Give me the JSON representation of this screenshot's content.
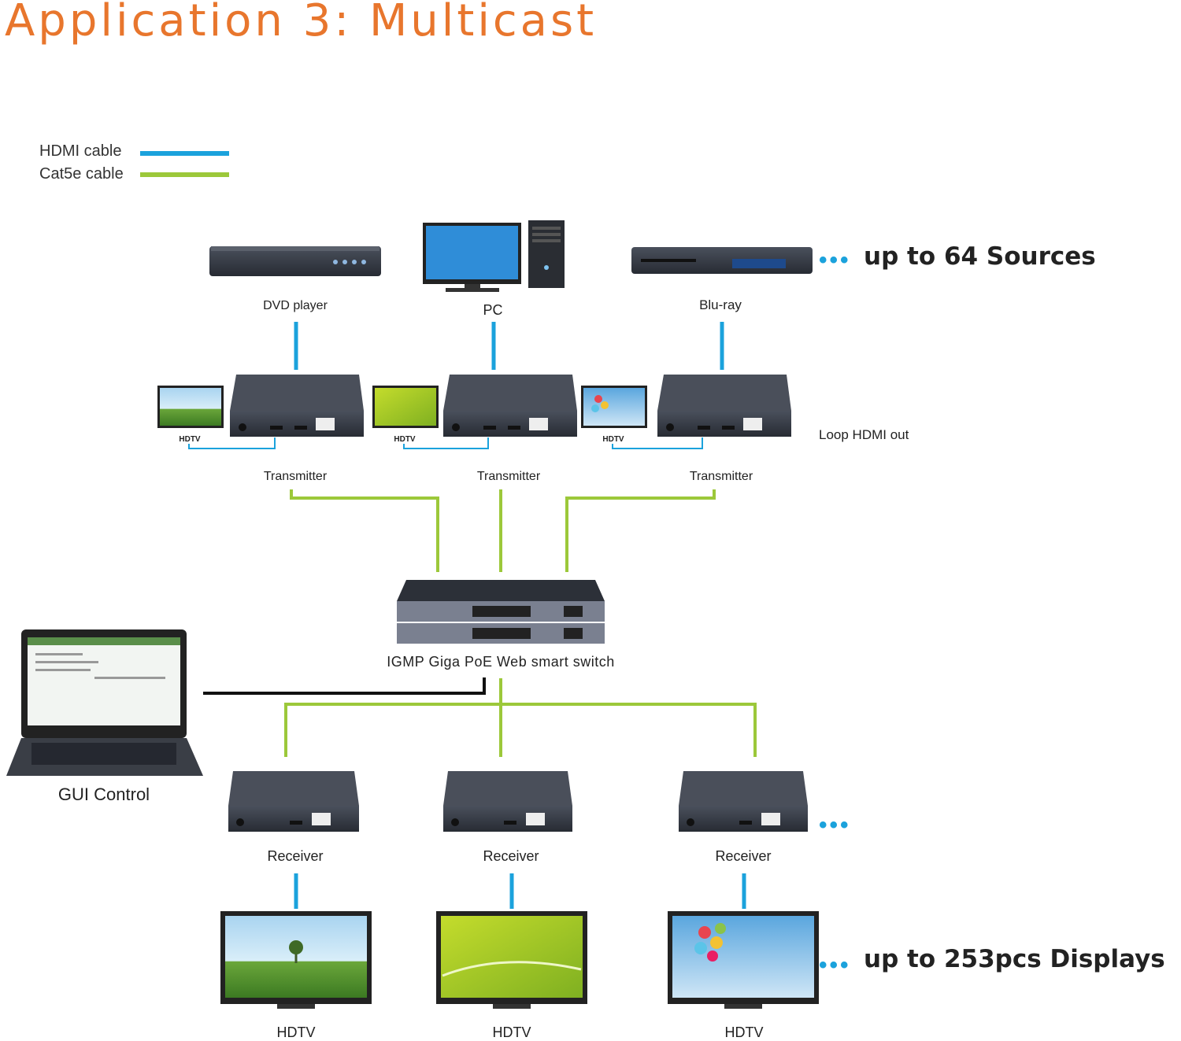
{
  "title": "Application 3: Multicast",
  "legend": [
    {
      "label": "HDMI cable",
      "color": "#1ba2dc"
    },
    {
      "label": "Cat5e cable",
      "color": "#9cc83a"
    }
  ],
  "sources": [
    {
      "label": "DVD player",
      "icon": "dvd-player-icon"
    },
    {
      "label": "PC",
      "icon": "pc-icon"
    },
    {
      "label": "Blu-ray",
      "icon": "bluray-player-icon"
    }
  ],
  "sources_note": "up to 64 Sources",
  "transmitter_label": "Transmitter",
  "loop_hdtv_label": "HDTV",
  "loop_note": "Loop HDMI out",
  "switch_label": "IGMP Giga PoE Web smart switch",
  "gui_label": "GUI Control",
  "receiver_label": "Receiver",
  "display_label": "HDTV",
  "displays_note": "up to 253pcs Displays",
  "colors": {
    "title": "#e8762d",
    "hdmi": "#1ba2dc",
    "cat5e": "#9cc83a",
    "control": "#111111",
    "device": "#2e3440"
  }
}
